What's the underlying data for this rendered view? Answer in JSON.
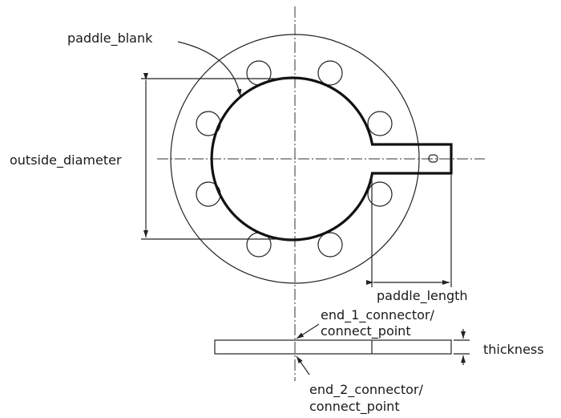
{
  "labels": {
    "paddle_blank": "paddle_blank",
    "outside_diameter": "outside_diameter",
    "paddle_length": "paddle_length",
    "end_1_line1": "end_1_connector/",
    "end_1_line2": "connect_point",
    "thickness": "thickness",
    "end_2_line1": "end_2_connector/",
    "end_2_line2": "connect_point"
  },
  "colors": {
    "stroke": "#222222",
    "background": "#ffffff"
  }
}
